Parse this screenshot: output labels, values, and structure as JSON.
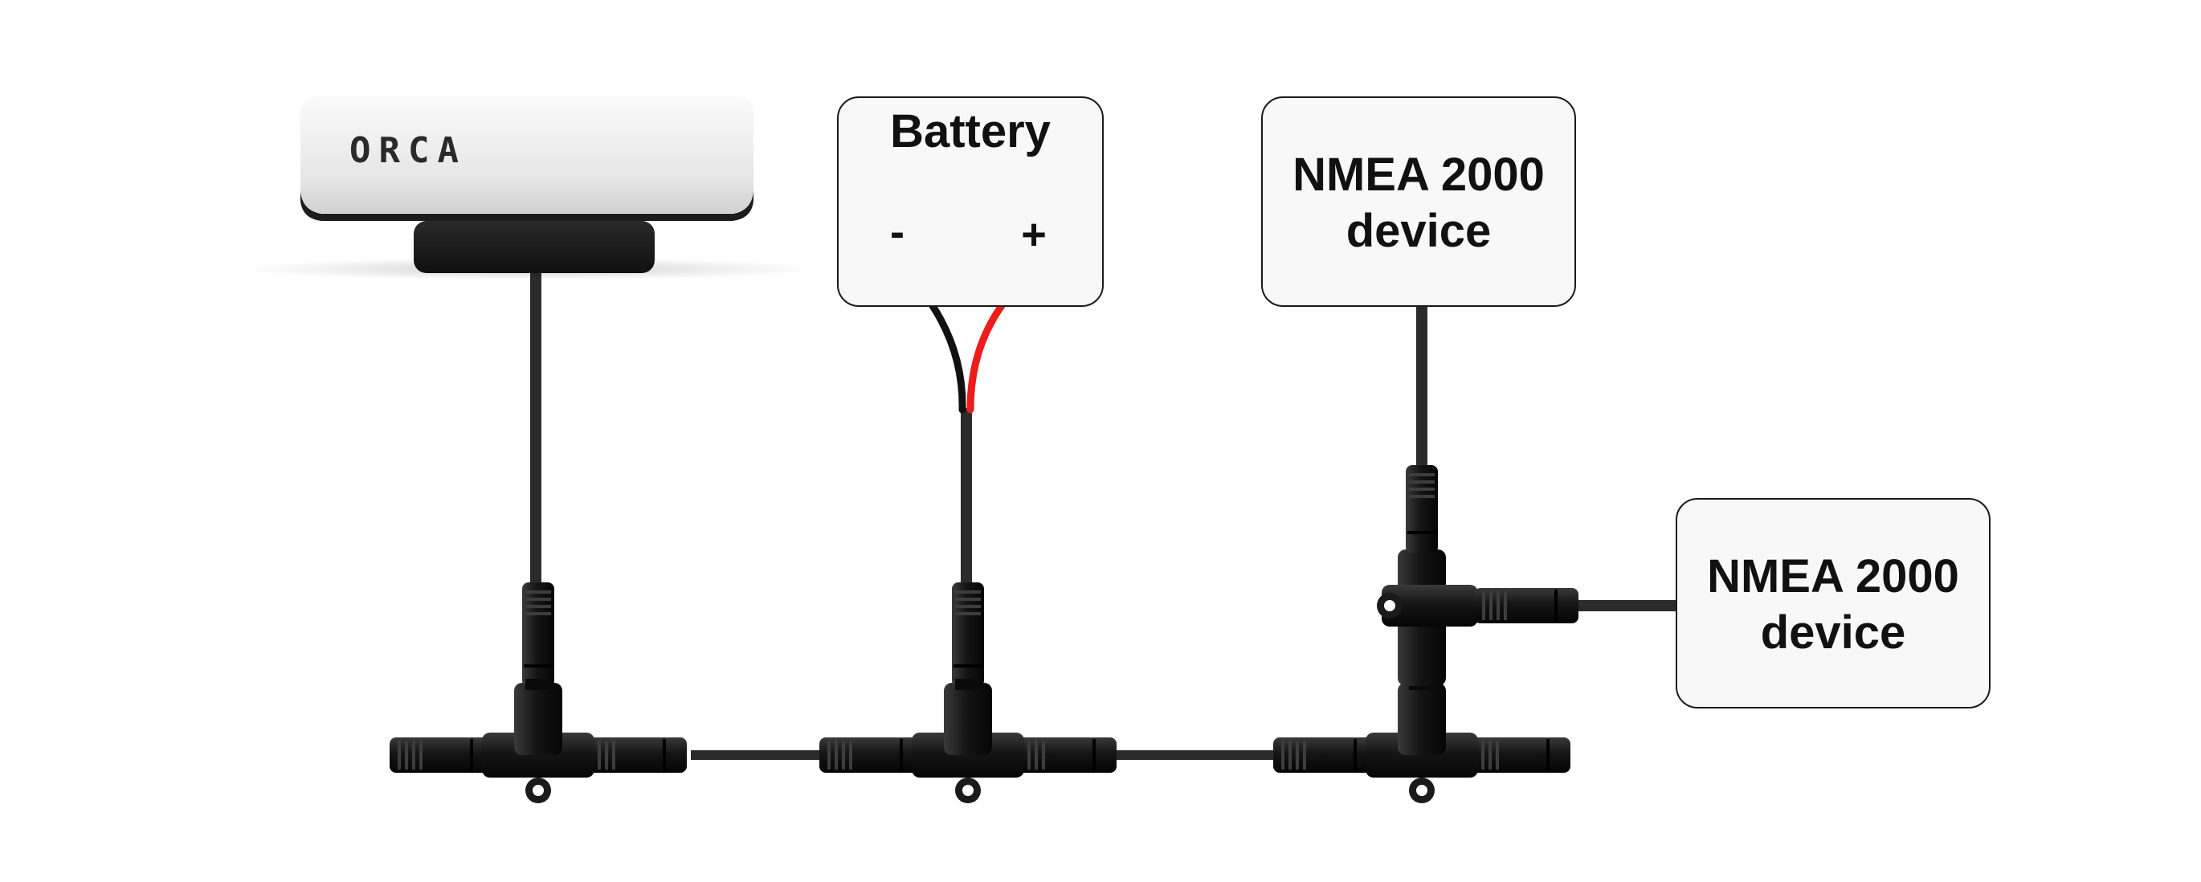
{
  "device": {
    "brand": "ORCA"
  },
  "battery": {
    "title": "Battery",
    "negative_label": "-",
    "positive_label": "+"
  },
  "nmea_device_top": {
    "line1": "NMEA 2000",
    "line2": "device"
  },
  "nmea_device_right": {
    "line1": "NMEA 2000",
    "line2": "device"
  },
  "colors": {
    "cable": "#2b2b2b",
    "connector": "#151515",
    "box_border": "#1a1a1a",
    "box_fill": "#f8f8f8",
    "wire_negative": "#111111",
    "wire_positive": "#ee1c1c",
    "device_body": "#e9e9e9",
    "device_base": "#1c1c1c"
  }
}
